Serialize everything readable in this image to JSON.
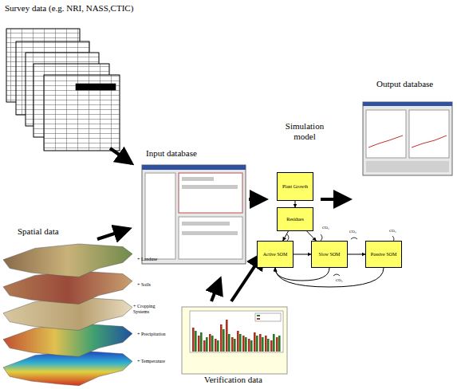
{
  "diagram": {
    "nodes": [
      {
        "text": [
          "Plant Growth"
        ]
      },
      {
        "text": [
          "Residues"
        ]
      },
      {
        "text": [
          "Active SOM"
        ]
      },
      {
        "text": [
          "Slow SOM"
        ]
      },
      {
        "text": [
          "Passive SOM"
        ]
      }
    ],
    "edges": [
      {
        "from": 0,
        "to": 1,
        "arrow": "to"
      },
      {
        "from": 1,
        "to": 2,
        "arrow": "to"
      },
      {
        "from": 1,
        "to": 3,
        "arrow": "to"
      },
      {
        "from": 2,
        "to": 3,
        "arrow": "to"
      },
      {
        "from": 3,
        "to": 4,
        "arrow": "to"
      },
      {
        "from": 3,
        "to": 2,
        "arrow": "to"
      },
      {
        "from": 4,
        "to": 2,
        "arrow": "to"
      }
    ],
    "labels": [
      "Survey data (e.g. NRI, NASS,CTIC)",
      "Spatial data",
      "+ Landuse",
      "+ Soils",
      "+ Cropping Systems",
      "+ Precipitation",
      "+ Temperature",
      "Input database",
      "Simulation model",
      "Output database",
      "Verification data",
      "CO₂",
      "CO₂",
      "CO₂",
      "CO₂",
      "CO₂"
    ]
  }
}
